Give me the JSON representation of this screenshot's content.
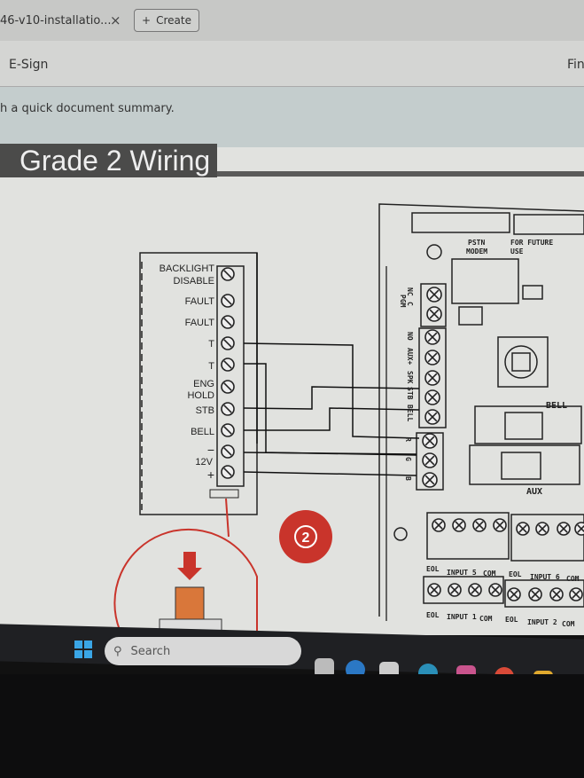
{
  "tabbar": {
    "tab_title": "46-v10-installatio...",
    "close": "×",
    "create_label": "Create",
    "create_icon": "+"
  },
  "toolbar": {
    "esign": "E-Sign",
    "find": "Fin"
  },
  "banner": {
    "text": "h a quick document summary."
  },
  "document": {
    "heading": "Grade 2 Wiring",
    "keypad_labels": [
      "BACKLIGHT",
      "DISABLE",
      "FAULT",
      "FAULT",
      "T",
      "T",
      "ENG",
      "HOLD",
      "STB",
      "BELL",
      "−",
      "12V",
      "+"
    ],
    "badge": "2",
    "board": {
      "pstn": "PSTN",
      "modem": "MODEM",
      "for_future": "FOR FUTURE",
      "use": "USE",
      "pgm_labels": [
        "NC",
        "C",
        "NO",
        "PGM"
      ],
      "side_labels": [
        "AUX+",
        "SPK",
        "STB",
        "BELL",
        "R",
        "G",
        "B"
      ],
      "bell": "BELL",
      "aux": "AUX",
      "input_row_top": [
        "EOL",
        "INPUT 5",
        "COM",
        "EOL",
        "INPUT 6",
        "COM"
      ],
      "input_row_bottom": [
        "EOL",
        "INPUT 1",
        "COM",
        "EOL",
        "INPUT 2",
        "COM"
      ]
    }
  },
  "taskbar": {
    "search_placeholder": "Search"
  }
}
